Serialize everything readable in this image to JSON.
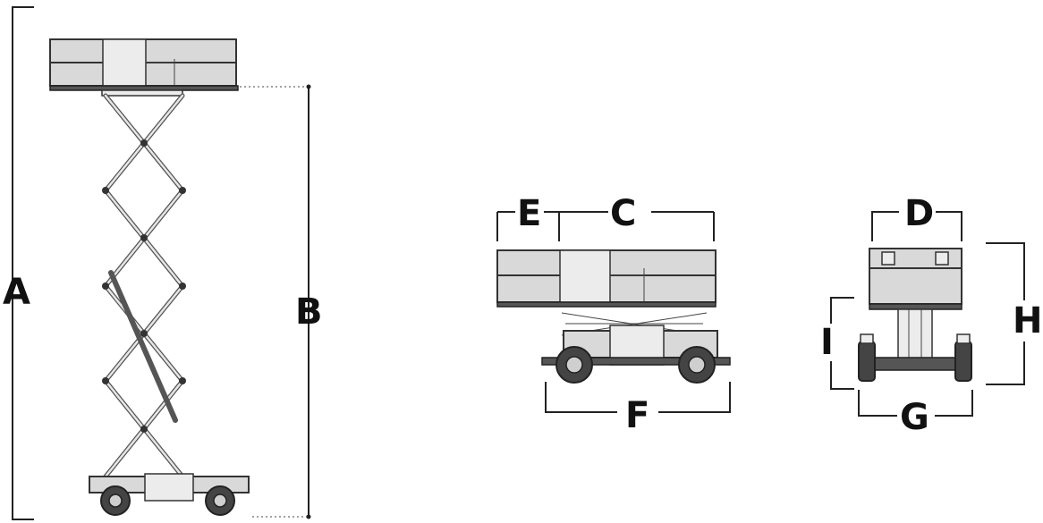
{
  "labels": {
    "a": "A",
    "b": "B",
    "c": "C",
    "d": "D",
    "e": "E",
    "f": "F",
    "g": "G",
    "h": "H",
    "i": "I"
  },
  "colors": {
    "line": "#222222",
    "body": "#d9d9d9",
    "label": "#111111"
  }
}
